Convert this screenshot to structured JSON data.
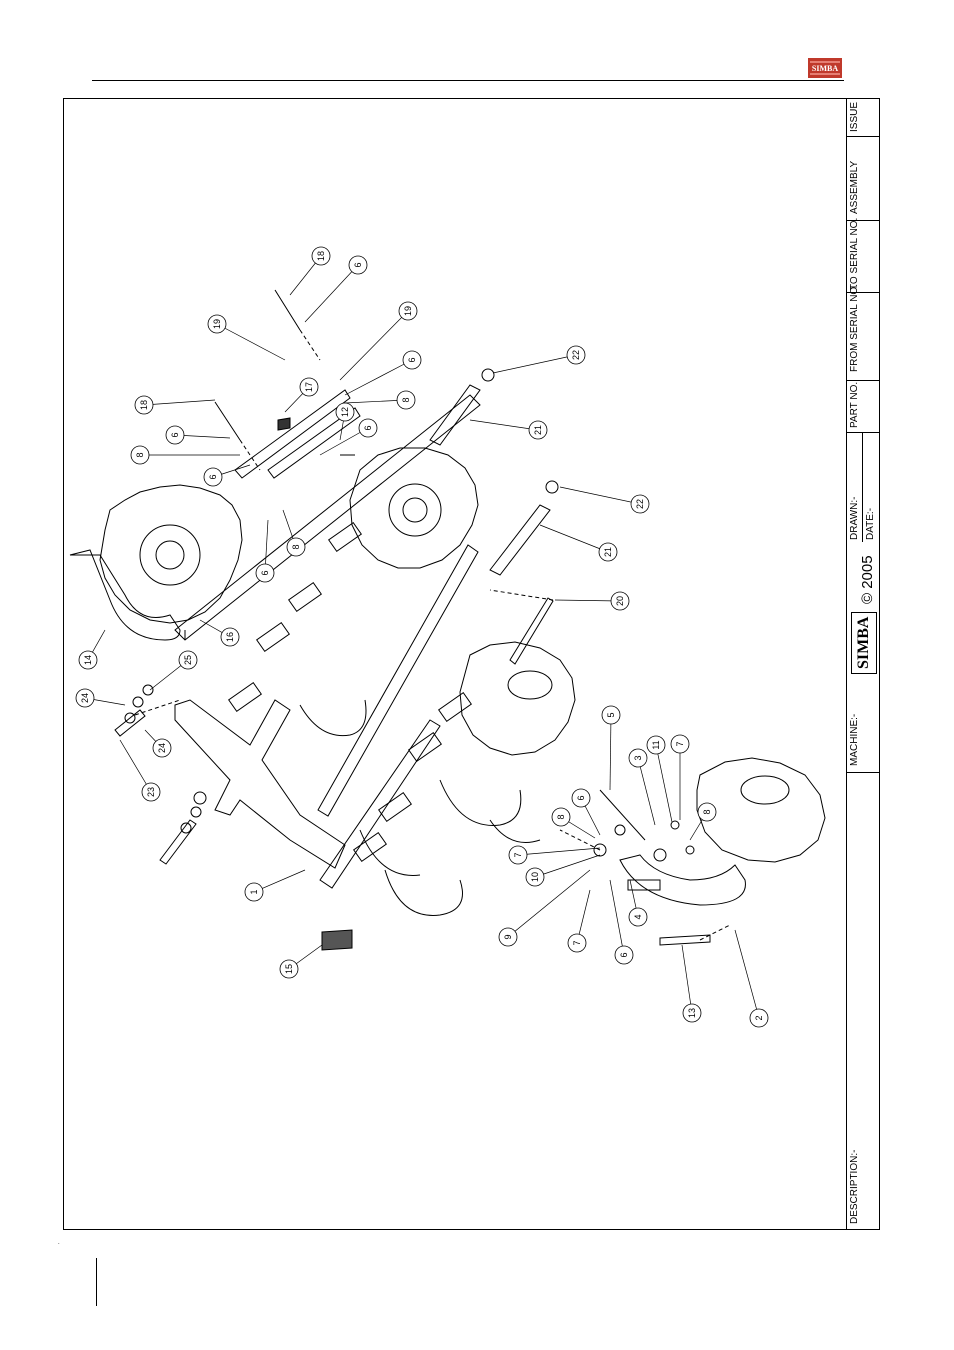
{
  "header": {
    "brand_logo": "SIMBA"
  },
  "title_block": {
    "issue_label": "ISSUE",
    "assembly_label": "ASSEMBLY",
    "to_serial_label": "TO SERIAL NO.",
    "from_serial_label": "FROM SERIAL NO.",
    "part_no_label": "PART NO.",
    "drawn_label": "DRAWN:-",
    "date_label": "DATE:-",
    "copyright": "© 2005",
    "brand": "SIMBA",
    "machine_label": "MACHINE:-",
    "description_label": "DESCRIPTION:-"
  },
  "balloons": [
    "1",
    "2",
    "3",
    "4",
    "5",
    "6",
    "6",
    "6",
    "6",
    "6",
    "6",
    "6",
    "6",
    "7",
    "7",
    "7",
    "8",
    "8",
    "8",
    "8",
    "8",
    "9",
    "10",
    "11",
    "12",
    "13",
    "14",
    "15",
    "16",
    "17",
    "18",
    "18",
    "19",
    "19",
    "20",
    "21",
    "21",
    "22",
    "22",
    "23",
    "24",
    "24",
    "25"
  ],
  "footer": {
    "mark": "."
  }
}
